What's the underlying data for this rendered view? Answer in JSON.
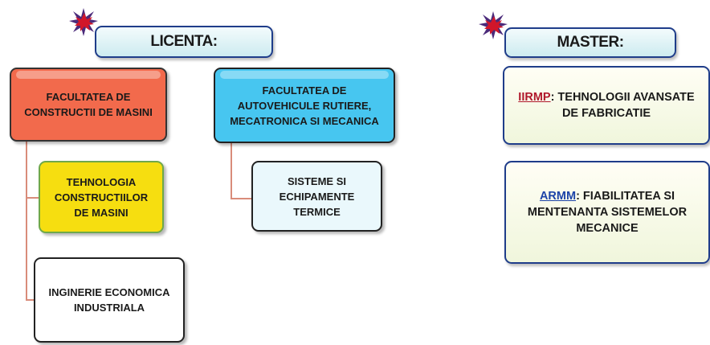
{
  "licenta": {
    "title": "LICENTA:",
    "faculty_1": {
      "name": "FACULTATEA DE CONSTRUCTII DE MASINI",
      "programs": [
        "TEHNOLOGIA CONSTRUCTIILOR DE MASINI",
        "INGINERIE ECONOMICA INDUSTRIALA"
      ]
    },
    "faculty_2": {
      "name": "FACULTATEA DE AUTOVEHICULE RUTIERE, MECATRONICA SI MECANICA",
      "programs": [
        "SISTEME SI ECHIPAMENTE TERMICE"
      ]
    }
  },
  "master": {
    "title": "MASTER:",
    "programs": [
      {
        "code": "IIRMP",
        "name": ": TEHNOLOGII AVANSATE DE FABRICATIE"
      },
      {
        "code": "ARMM",
        "name": ": FIABILITATEA SI MENTENANTA SISTEMELOR MECANICE"
      }
    ]
  },
  "colors": {
    "faculty_1": "#f26a4c",
    "faculty_2": "#47c6f0",
    "program_highlight": "#f6de10",
    "connector": "#d98c7a",
    "title_border": "#1f3d8a",
    "star_red": "#d1162a",
    "star_purple": "#4b2a7a"
  }
}
